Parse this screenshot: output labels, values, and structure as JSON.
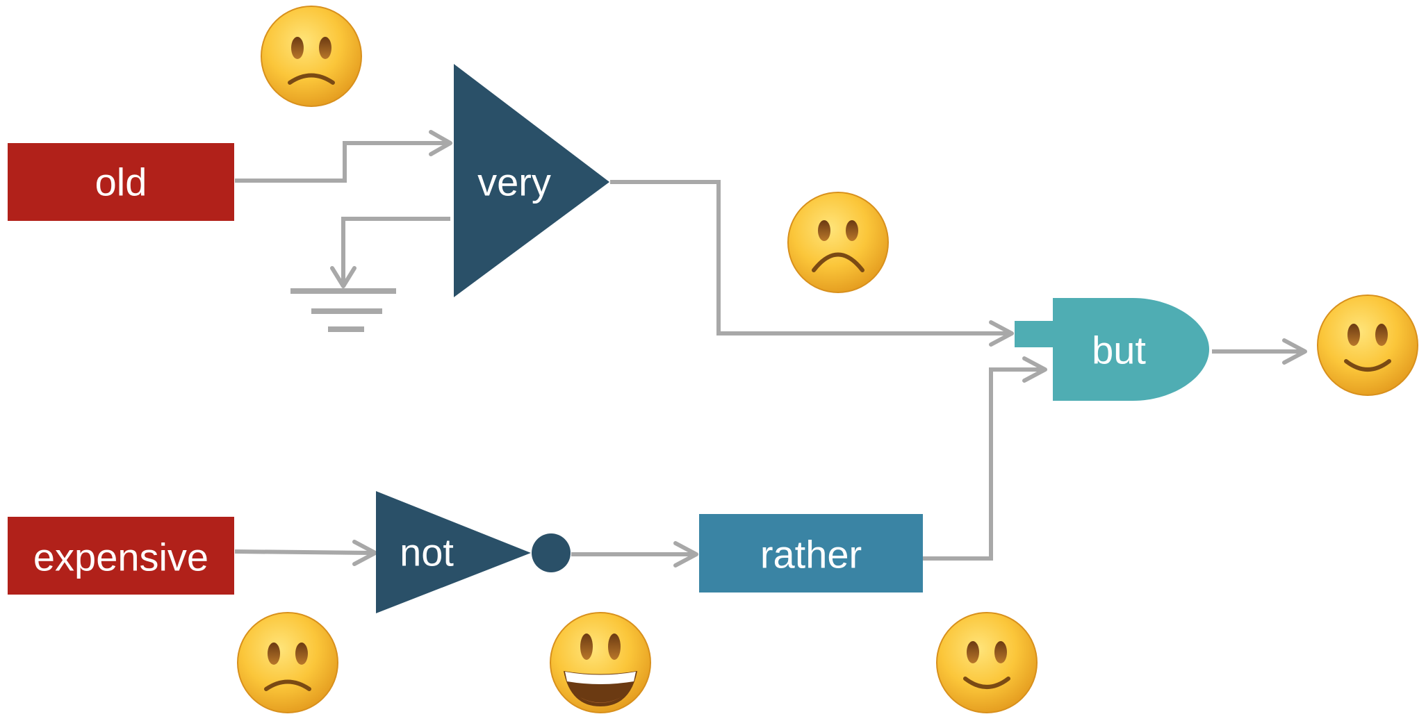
{
  "nodes": {
    "old": {
      "label": "old"
    },
    "very": {
      "label": "very"
    },
    "expensive": {
      "label": "expensive"
    },
    "not": {
      "label": "not"
    },
    "rather": {
      "label": "rather"
    },
    "but": {
      "label": "but"
    }
  },
  "colors": {
    "input_red": "#b1211a",
    "gate_navy": "#2a5068",
    "rather_blue": "#3a84a4",
    "but_teal": "#4fadb3",
    "wire_gray": "#a8a8a8"
  },
  "icons": [
    "slightly-frowning-face-icon",
    "frowning-face-icon",
    "slightly-smiling-face-icon",
    "slightly-frowning-face-icon",
    "grinning-face-icon",
    "slightly-smiling-face-icon"
  ]
}
